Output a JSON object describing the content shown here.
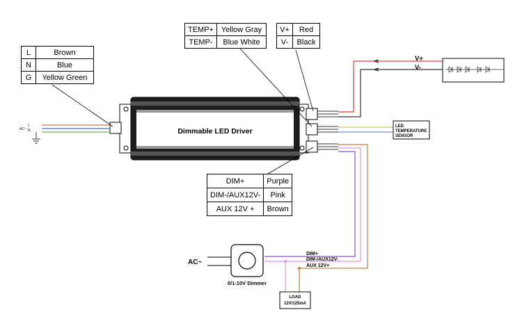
{
  "input_table": {
    "rows": [
      {
        "code": "L",
        "color": "Brown"
      },
      {
        "code": "N",
        "color": "Blue"
      },
      {
        "code": "G",
        "color": "Yellow Green"
      }
    ]
  },
  "temp_table": {
    "rows": [
      {
        "code": "TEMP+",
        "color": "Yellow Gray"
      },
      {
        "code": "TEMP-",
        "color": "Blue White"
      }
    ]
  },
  "v_table": {
    "rows": [
      {
        "code": "V+",
        "color": "Red"
      },
      {
        "code": "V-",
        "color": "Black"
      }
    ]
  },
  "dim_table": {
    "rows": [
      {
        "code": "DIM+",
        "color": "Purple"
      },
      {
        "code": "DIM-/AUX12V-",
        "color": "Pink"
      },
      {
        "code": "AUX 12V +",
        "color": "Brown"
      }
    ]
  },
  "driver": {
    "label": "Dimmable LED Driver"
  },
  "ac_input_small": "AC~",
  "ac_small_l": "L",
  "ac_small_n": "N",
  "led_strip": {
    "v_plus": "V+",
    "v_minus": "V-"
  },
  "temp_sensor": {
    "line1": "LED",
    "line2": "TEMPERATURE",
    "line3": "SENSOR"
  },
  "dimmer": {
    "ac_label": "AC~",
    "caption": "0/1-10V Dimmer"
  },
  "dim_wires": {
    "dim_plus": "DIM+",
    "dim_minus": "DIM-/AUX12V-",
    "aux_plus": "AUX 12V+"
  },
  "load": {
    "line1": "LOAD",
    "line2": "12V/125mA"
  },
  "colors": {
    "red": "#e53935",
    "black": "#333333",
    "brown": "#c97a3a",
    "blue": "#3d6fd6",
    "green": "#7cb342",
    "purple": "#8a4fd8",
    "pink": "#e58fd2",
    "yellow_gray": "#d9c36a"
  }
}
